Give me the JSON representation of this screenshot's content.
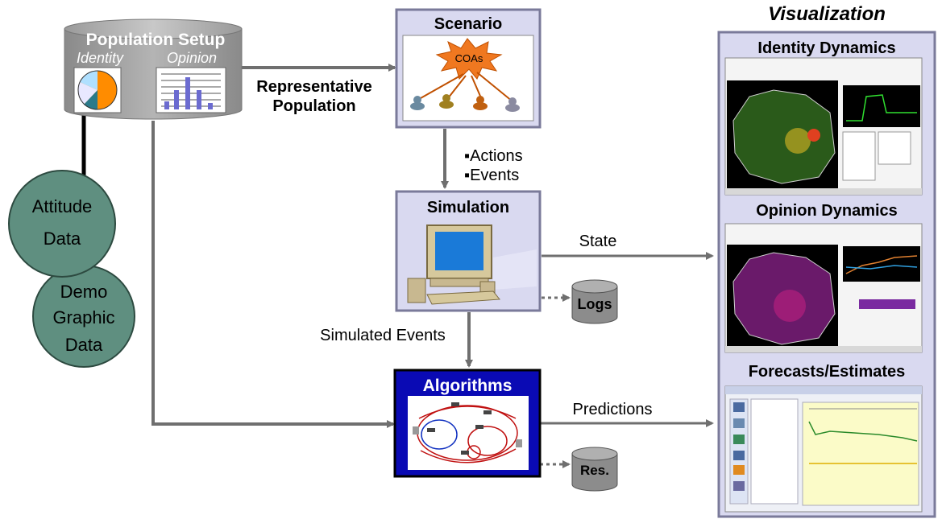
{
  "population_setup": {
    "title": "Population Setup",
    "identity_label": "Identity",
    "opinion_label": "Opinion"
  },
  "inputs": {
    "attitude_line1": "Attitude",
    "attitude_line2": "Data",
    "demo_line1": "Demo",
    "demo_line2": "Graphic",
    "demo_line3": "Data"
  },
  "scenario": {
    "title": "Scenario",
    "center_label": "COAs"
  },
  "representative_population": {
    "line1": "Representative",
    "line2": "Population"
  },
  "actions_events": [
    "▪Actions",
    "▪Events"
  ],
  "simulation": {
    "title": "Simulation"
  },
  "state_label": "State",
  "logs_label": "Logs",
  "simulated_events_label": "Simulated Events",
  "algorithms": {
    "title": "Algorithms"
  },
  "predictions_label": "Predictions",
  "res_label": "Res.",
  "visualization": {
    "heading": "Visualization",
    "panels": [
      {
        "title": "Identity Dynamics"
      },
      {
        "title": "Opinion Dynamics"
      },
      {
        "title": "Forecasts/Estimates"
      }
    ]
  },
  "colors": {
    "arrow": "#6f6f6f",
    "box_fill": "#d9d9f0",
    "box_border": "#7a7a9a",
    "algorithms_fill": "#0a0ab4",
    "circle_fill": "#5f8f80",
    "db_fill": "#8c8c8c"
  }
}
